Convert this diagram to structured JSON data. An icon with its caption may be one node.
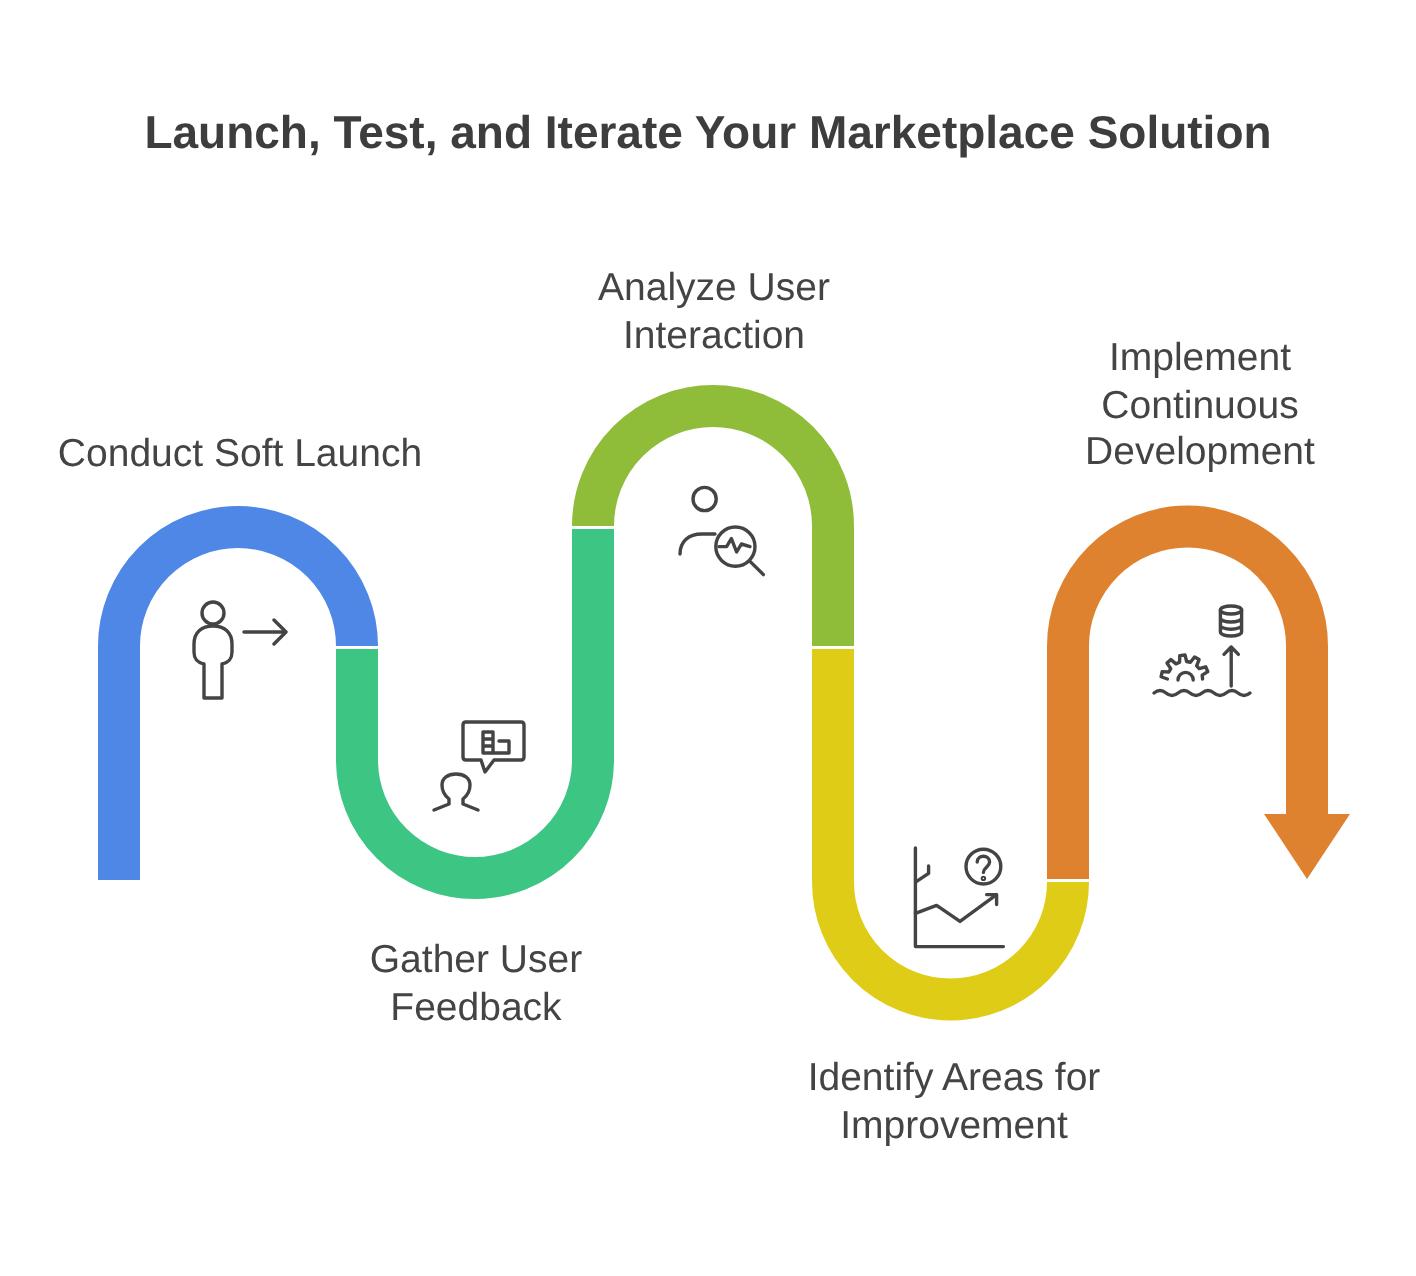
{
  "diagram": {
    "title": "Launch, Test, and Iterate Your Marketplace Solution",
    "nodes": [
      {
        "text": [
          "Conduct Soft Launch"
        ]
      },
      {
        "text": [
          "Gather User Feedback"
        ]
      },
      {
        "text": [
          "Analyze User Interaction"
        ]
      },
      {
        "text": [
          "Identify Areas for Improvement"
        ]
      },
      {
        "text": [
          "Implement Continuous Development"
        ]
      }
    ]
  }
}
